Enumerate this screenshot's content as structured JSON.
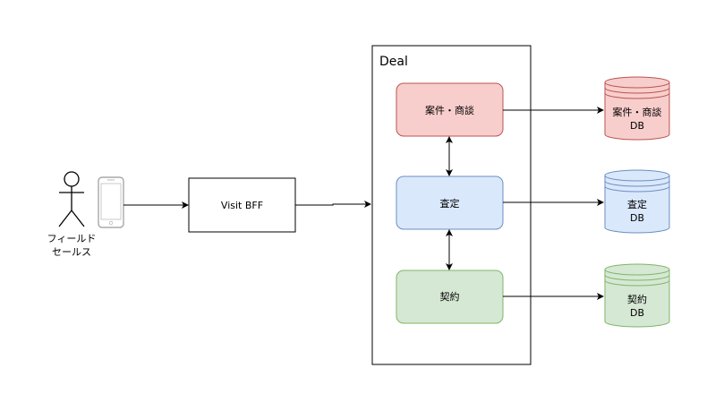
{
  "actor": {
    "label_line1": "フィールド",
    "label_line2": "セールス"
  },
  "bff": {
    "label": "Visit BFF"
  },
  "deal": {
    "title": "Deal"
  },
  "services": [
    {
      "label": "案件・商談",
      "fill": "#f8cecc",
      "stroke": "#b85450"
    },
    {
      "label": "査定",
      "fill": "#dae8fc",
      "stroke": "#6c8ebf"
    },
    {
      "label": "契約",
      "fill": "#d5e8d4",
      "stroke": "#82b366"
    }
  ],
  "databases": [
    {
      "line1": "案件・商談",
      "line2": "DB",
      "fill": "#f8cecc",
      "stroke": "#b85450"
    },
    {
      "line1": "査定",
      "line2": "DB",
      "fill": "#dae8fc",
      "stroke": "#6c8ebf"
    },
    {
      "line1": "契約",
      "line2": "DB",
      "fill": "#d5e8d4",
      "stroke": "#82b366"
    }
  ]
}
